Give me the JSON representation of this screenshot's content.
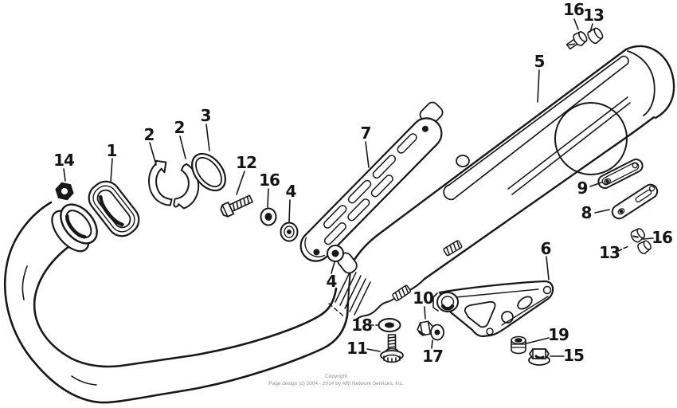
{
  "diagram": {
    "ink_color": "#181818",
    "background": "#ffffff",
    "callouts": [
      {
        "label": "1"
      },
      {
        "label": "2"
      },
      {
        "label": "2"
      },
      {
        "label": "3"
      },
      {
        "label": "4"
      },
      {
        "label": "4"
      },
      {
        "label": "5"
      },
      {
        "label": "6"
      },
      {
        "label": "7"
      },
      {
        "label": "8"
      },
      {
        "label": "9"
      },
      {
        "label": "10"
      },
      {
        "label": "11"
      },
      {
        "label": "12"
      },
      {
        "label": "13"
      },
      {
        "label": "13"
      },
      {
        "label": "14"
      },
      {
        "label": "15"
      },
      {
        "label": "16"
      },
      {
        "label": "16"
      },
      {
        "label": "16"
      },
      {
        "label": "17"
      },
      {
        "label": "18"
      },
      {
        "label": "19"
      }
    ],
    "copyright": {
      "line1": "Copyright",
      "line2": "Page design (c) 2004 - 2014 by ARI Network Services, Inc."
    }
  }
}
